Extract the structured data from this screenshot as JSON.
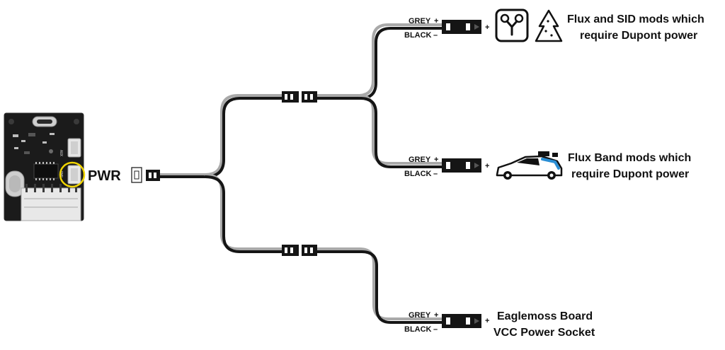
{
  "board": {
    "pwr_label": "PWR",
    "silk_aux": "AUX",
    "silk_pwr": "PWR"
  },
  "wire_labels": {
    "grey": "GREY",
    "black": "BLACK",
    "plus_sign": "+",
    "minus_sign": "–"
  },
  "outputs": [
    {
      "id": "flux-sid",
      "plus_marker": "+",
      "desc_line1": "Flux and SID mods which",
      "desc_line2": "require Dupont power",
      "icons": [
        "flux-capacitor-icon",
        "tree-icon"
      ]
    },
    {
      "id": "flux-band",
      "plus_marker": "+",
      "desc_line1": "Flux Band mods which",
      "desc_line2": "require Dupont power",
      "icons": [
        "delorean-car-icon"
      ]
    },
    {
      "id": "eaglemoss",
      "plus_marker": "+",
      "desc_line1": "Eaglemoss Board",
      "desc_line2": "VCC Power Socket",
      "icons": []
    }
  ],
  "colors": {
    "wire_grey": "#a9a9a9",
    "wire_black": "#151515",
    "pcb": "#1b1b1b",
    "highlight_circle": "#f0d400",
    "car_accent": "#2a8ed4"
  }
}
